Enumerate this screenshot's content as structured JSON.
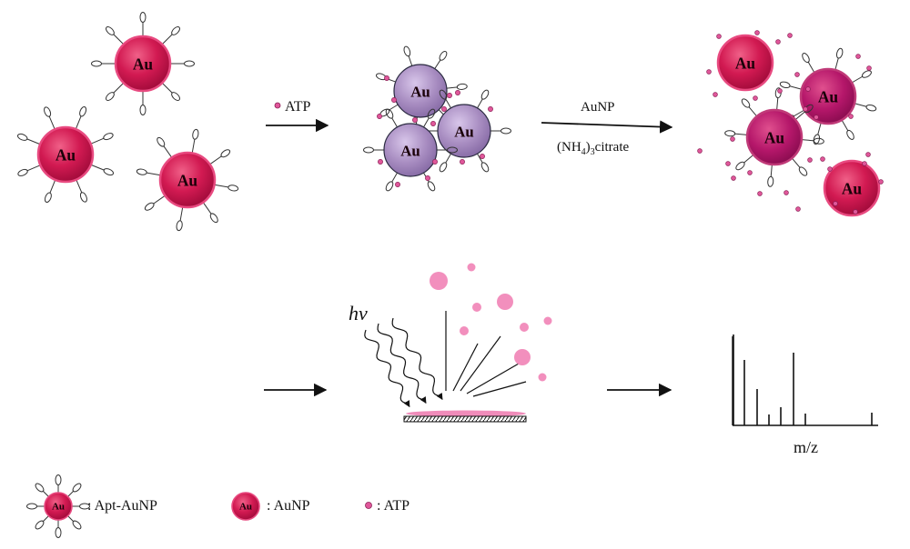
{
  "particle_label": "Au",
  "arrows": {
    "step1_label": "ATP",
    "step2_top": "AuNP",
    "step2_bottom_prefix": "(NH",
    "step2_sub1": "4",
    "step2_paren": ")",
    "step2_sub2": "3",
    "step2_bottom_suffix": "citrate"
  },
  "laser_label": "hν",
  "spectrum_xlabel": "m/z",
  "legend": {
    "apt_aunp": ": Apt-AuNP",
    "aunp": ": AuNP",
    "atp": ": ATP"
  },
  "spectrum_peaks": [
    1.0,
    0.72,
    0.4,
    0.12,
    0.2,
    0.8,
    0.13,
    0.14
  ],
  "colors": {
    "aunp_fill": "#d21a52",
    "aunp_core": "#b80f42",
    "aggregate_fill": "#a98ec2",
    "atp_fill": "#e0579a",
    "ion_fill": "#f28fbd"
  }
}
